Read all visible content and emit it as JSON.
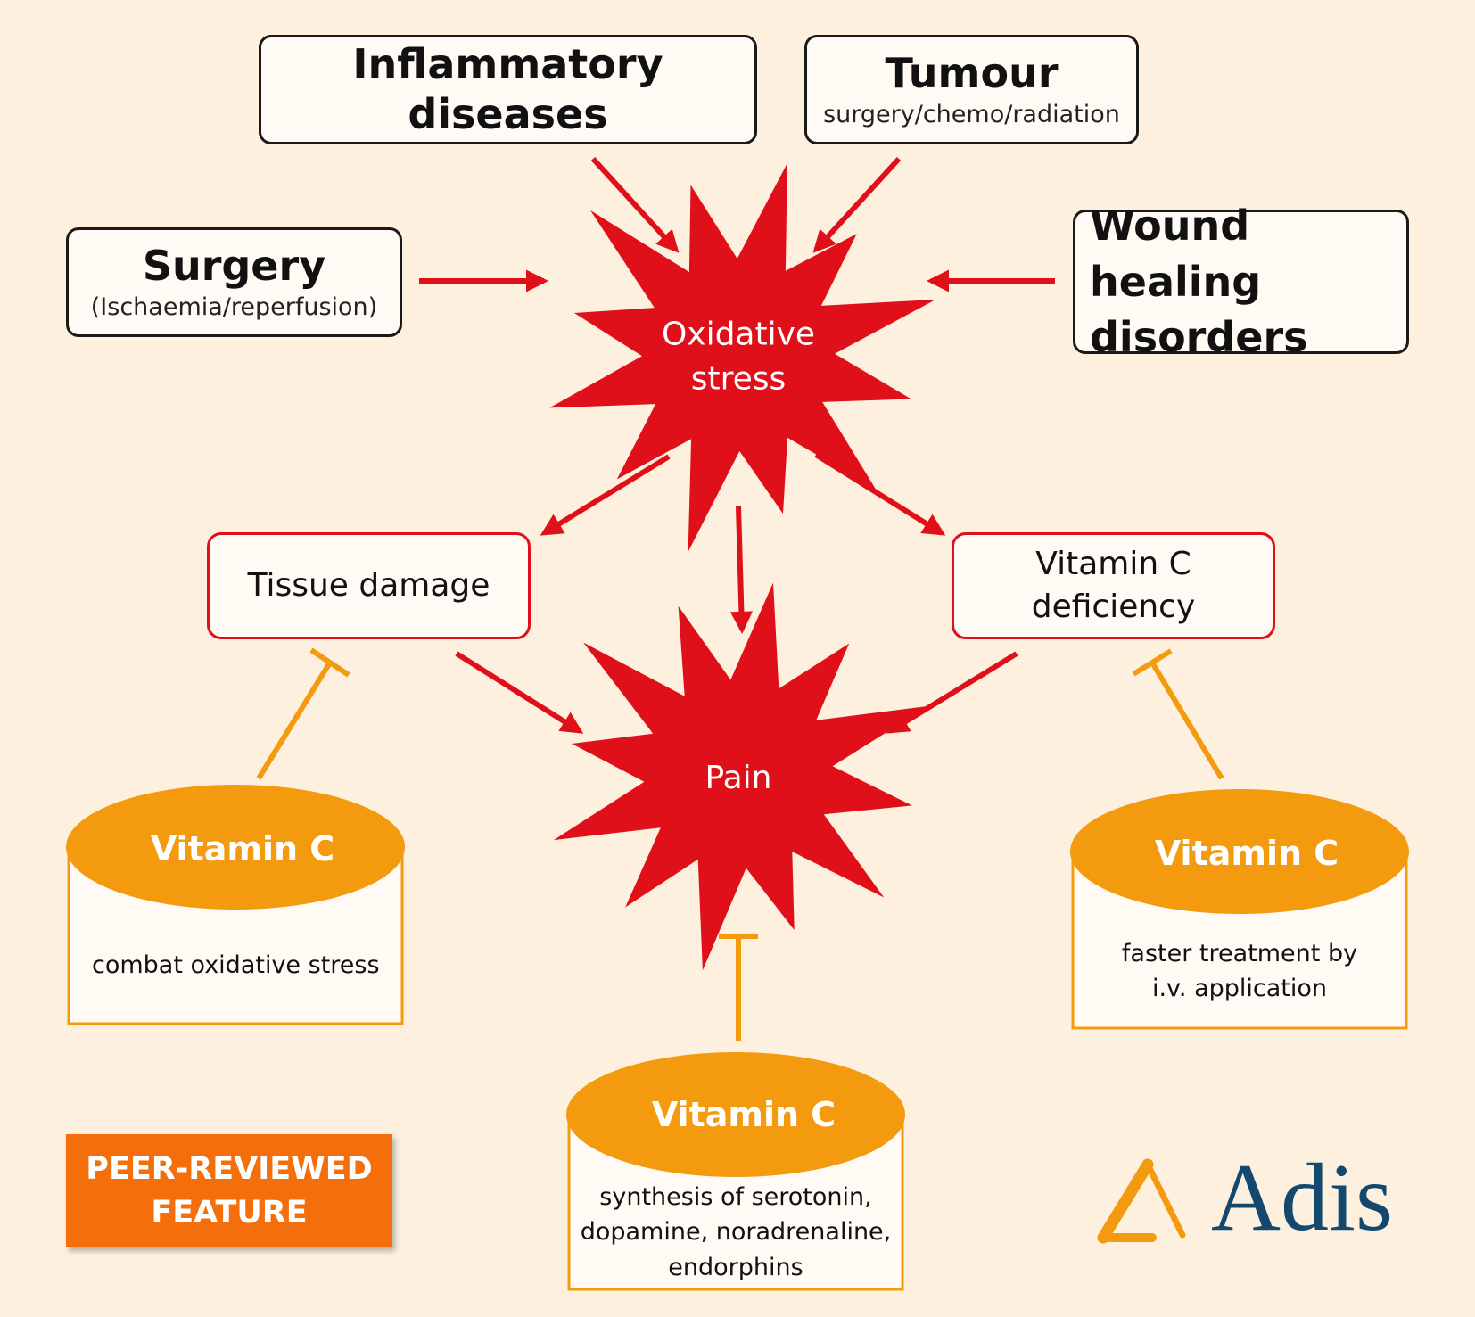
{
  "colors": {
    "background": "#fdf0de",
    "cause_border": "#1a1a1a",
    "effect_border": "#e0101a",
    "arrow_red": "#e0101a",
    "vitamin_orange": "#f39a0e",
    "badge_orange": "#f46f0b",
    "logo_blue": "#13496e"
  },
  "causes": [
    {
      "title": "Inflammatory diseases",
      "subtitle": ""
    },
    {
      "title": "Tumour",
      "subtitle": "surgery/chemo/radiation"
    },
    {
      "title": "Surgery",
      "subtitle": "(Ischaemia/reperfusion)"
    },
    {
      "title": "Wound healing disorders",
      "subtitle": ""
    }
  ],
  "oxidative_stress": {
    "line1": "Oxidative",
    "line2": "stress"
  },
  "pain": {
    "label": "Pain"
  },
  "effects": [
    {
      "label": "Tissue damage"
    },
    {
      "line1": "Vitamin C",
      "line2": "deficiency"
    }
  ],
  "vitamin_c": [
    {
      "title": "Vitamin C",
      "lines": [
        "combat oxidative stress"
      ]
    },
    {
      "title": "Vitamin C",
      "lines": [
        "faster treatment by",
        "i.v. application"
      ]
    },
    {
      "title": "Vitamin C",
      "lines": [
        "synthesis of serotonin,",
        "dopamine, noradrenaline,",
        "endorphins"
      ]
    }
  ],
  "badge": {
    "line1": "PEER-REVIEWED",
    "line2": "FEATURE"
  },
  "logo": {
    "text": "Adis",
    "icon": "triangle-icon"
  }
}
